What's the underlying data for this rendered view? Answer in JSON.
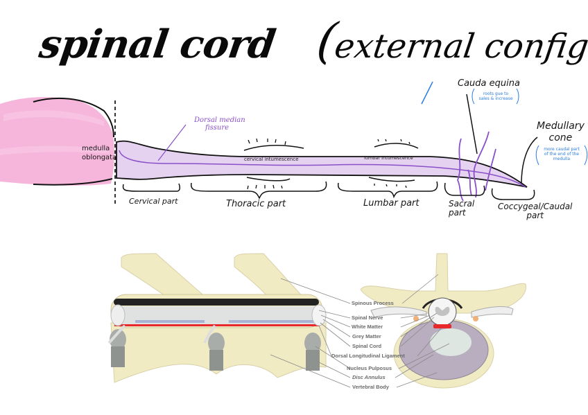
{
  "title": {
    "main": "spinal cord",
    "subtitle": "external configuration"
  },
  "sketch": {
    "medulla_label_line1": "medulla",
    "medulla_label_line2": "oblongata",
    "dorsal_median_line1": "Dorsal median",
    "dorsal_median_line2": "fissure",
    "cervical_intumescence": "cervical intumescence",
    "lumbar_intumescence": "lumbar intumescence",
    "cauda_equina": "Cauda equina",
    "cauda_equina_note_line1": "roots gue to",
    "cauda_equina_note_line2": "sales & increase",
    "medullary_cone_line1": "Medullary",
    "medullary_cone_line2": "cone",
    "medullary_cone_note_line1": "more caudal part",
    "medullary_cone_note_line2": "of the end of the",
    "medullary_cone_note_line3": "medulla",
    "parts": [
      {
        "label": "Cervical part"
      },
      {
        "label": "Thoracic part"
      },
      {
        "label": "Lumbar part"
      },
      {
        "label": "Sacral part",
        "line1": "Sacral",
        "line2": "part"
      },
      {
        "label": "Coccygeal/Caudal part",
        "line1": "Coccygeal/Caudal",
        "line2": "part"
      }
    ],
    "colors": {
      "brain_pink": "#f5a8d4",
      "cord_purple": "#e4d2f0",
      "fissure_purple": "#8a4fc9",
      "note_blue": "#2a7be0",
      "ink": "#111111"
    }
  },
  "diagram": {
    "labels": [
      "Spinous Process",
      "Spinal Nerve",
      "White Matter",
      "Grey Matter",
      "Spinal Cord",
      "Dorsal Longitudinal Ligament",
      "Nucleus Pulposus",
      "Disc Annulus",
      "Vertebral Body"
    ],
    "colors": {
      "bone": "#f1ebc4",
      "disc": "#b8aebf",
      "ligament": "#e8282b",
      "dura": "#222222"
    }
  }
}
